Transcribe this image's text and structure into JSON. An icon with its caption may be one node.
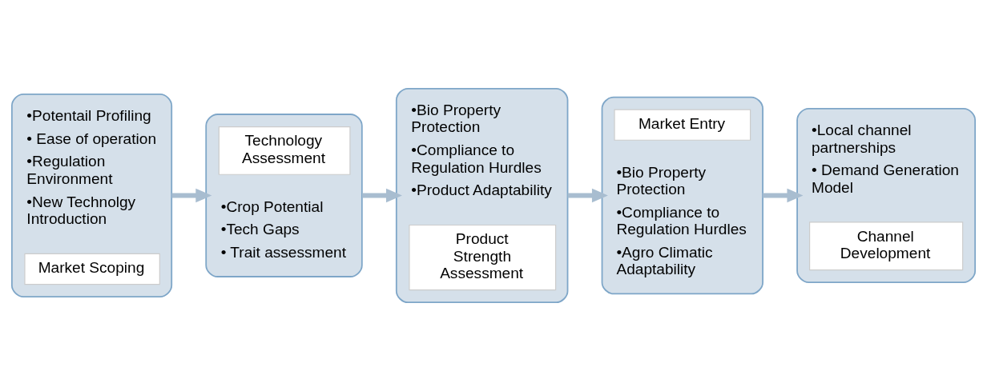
{
  "diagram": {
    "nodes": [
      {
        "text": [
          "•Potentail Profiling",
          "• Ease of operation",
          "•Regulation Environment",
          "•New Technolgy Introduction",
          "Market Scoping"
        ]
      },
      {
        "text": [
          "Technology Assessment",
          "•Crop Potential",
          "•Tech Gaps",
          "• Trait assessment"
        ]
      },
      {
        "text": [
          "•Bio Property Protection",
          "•Compliance to Regulation Hurdles",
          "•Product Adaptability",
          "Product Strength Assessment"
        ]
      },
      {
        "text": [
          "Market Entry",
          "•Bio Property Protection",
          "•Compliance to Regulation Hurdles",
          "•Agro Climatic Adaptability"
        ]
      },
      {
        "text": [
          "•Local channel partnerships",
          "• Demand Generation Model",
          "Channel Development"
        ]
      }
    ],
    "edges": [
      {
        "from": 0,
        "to": 1,
        "arrow": "to"
      },
      {
        "from": 1,
        "to": 2,
        "arrow": "to"
      },
      {
        "from": 2,
        "to": 3,
        "arrow": "to"
      },
      {
        "from": 3,
        "to": 4,
        "arrow": "to"
      }
    ]
  }
}
